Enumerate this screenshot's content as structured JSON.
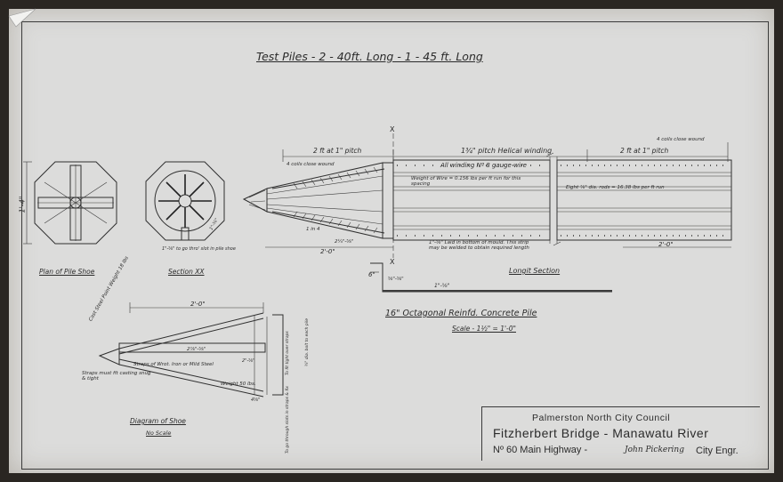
{
  "title": "Test Piles - 2 - 40ft. Long - 1 - 45 ft. Long",
  "labels": {
    "plan_of_pile_shoe": "Plan of Pile Shoe",
    "section_xx": "Section XX",
    "longit_section": "Longit Section",
    "diagram_of_shoe": "Diagram of Shoe",
    "no_scale": "No Scale",
    "pile_heading": "16\" Octagonal Reinfd. Concrete Pile",
    "scale": "Scale - 1½\" = 1'-0\"",
    "dim_1_4": "1'-4\"",
    "dim_2ft_pitch_left": "2 ft at 1\" pitch",
    "dim_helical": "1¾\" pitch Helical winding",
    "dim_2ft_pitch_right": "2 ft at 1\" pitch",
    "coils_close_wound_right": "4 coils close wound",
    "coils_close_wound_left": "4 coils close wound",
    "winding_gauge": "All winding Nº 8 gauge wire",
    "weight_wire": "Weight of Wire = 0.156 lbs per ft run for this spacing",
    "eight_rods": "Eight ⅞\" dia. rods = 16.38 lbs per ft run",
    "bar_note": "1\"-⅝\" Laid in bottom of mould. This strip may be welded to obtain required length",
    "dim_2_0_left": "2'-0\"",
    "dim_2_0_right": "2'-0\"",
    "dim_2_1_4": "2¼\"-⅝\"",
    "dim_1_in": "1 in 4",
    "x_marker": "X",
    "flat_bar_dim": "⅝\"-⅝\"",
    "bar_1_5_8": "1\"-⅝\"",
    "dim_6": "6\"",
    "sec_note": "1\"-⅝\" to go thro' slot in pile shoe",
    "sec_dim_1": "1\"-⅝\"",
    "shoe_dim_2_0": "2'-0\"",
    "cast_steel_point": "Cast Steel Point Weight 18 lbs",
    "straps_fit": "Straps must fit casting snug & tight",
    "straps_wrot": "Straps of Wrot. Iron or Mild Steel",
    "weight_shoe": "Weight 50 lbs.",
    "shoe_dim_a": "2⅞\"-⅝\"",
    "shoe_dim_b": "2\"-⅝\"",
    "shoe_dim_c": "4⅝\"",
    "shoe_vert_note": "To go through slots in straps & fix",
    "shoe_vert_note2": "¾\" dia. bolt to each pile",
    "shoe_vert_note3": "To fit tight over straps"
  },
  "title_block": {
    "council": "Palmerston North City Council",
    "bridge": "Fitzherbert Bridge - Manawatu River",
    "highway": "Nº 60 Main Highway -",
    "signature": "John Pickering",
    "engineer": "City Engr."
  }
}
